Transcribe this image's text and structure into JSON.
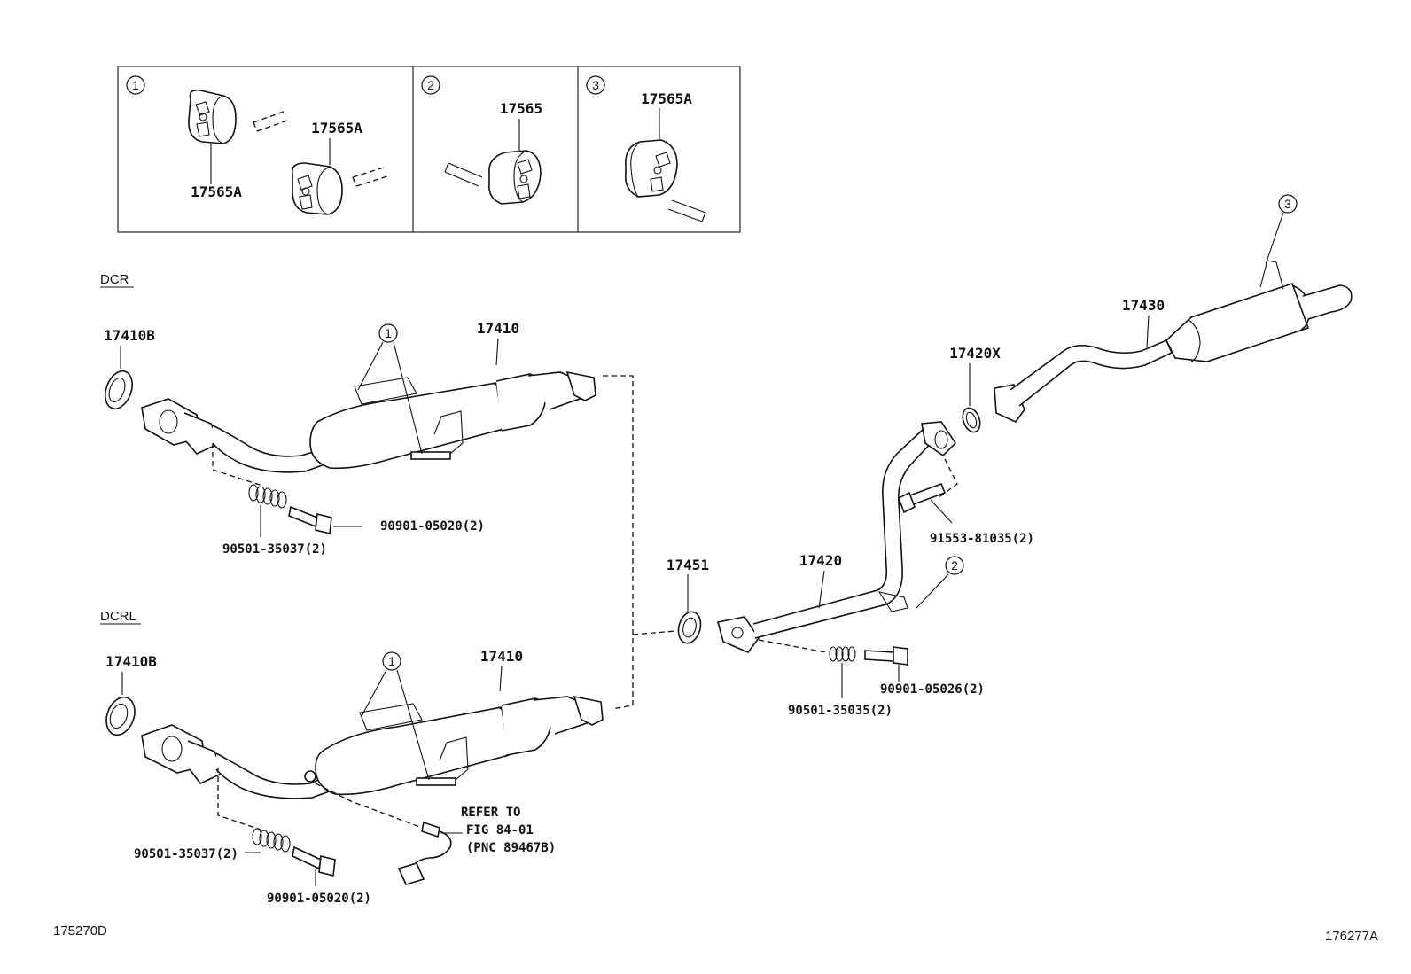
{
  "inset": {
    "panels": [
      {
        "marker": "1",
        "labels": [
          "17565A",
          "17565A"
        ]
      },
      {
        "marker": "2",
        "labels": [
          "17565"
        ]
      },
      {
        "marker": "3",
        "labels": [
          "17565A"
        ]
      }
    ]
  },
  "sections": {
    "dcr": "DCR",
    "dcrl": "DCRL"
  },
  "parts": {
    "gasket_front_dcr": "17410B",
    "converter_dcr": "17410",
    "spring_dcr": "90501-35037(2)",
    "bolt_dcr": "90901-05020(2)",
    "gasket_front_dcrl": "17410B",
    "converter_dcrl": "17410",
    "spring_dcrl": "90501-35037(2)",
    "bolt_dcrl": "90901-05020(2)",
    "refer_line1": "REFER TO",
    "refer_line2": "FIG 84-01",
    "refer_line3": "(PNC 89467B)",
    "gasket_center": "17451",
    "center_pipe": "17420",
    "spring_center": "90501-35035(2)",
    "bolt_center": "90901-05026(2)",
    "gasket_rear": "17420X",
    "bolt_rear": "91553-81035(2)",
    "tail_pipe": "17430"
  },
  "markers": {
    "m1": "1",
    "m2": "2",
    "m3": "3"
  },
  "footer": {
    "left_code": "175270D",
    "right_code": "176277A"
  }
}
